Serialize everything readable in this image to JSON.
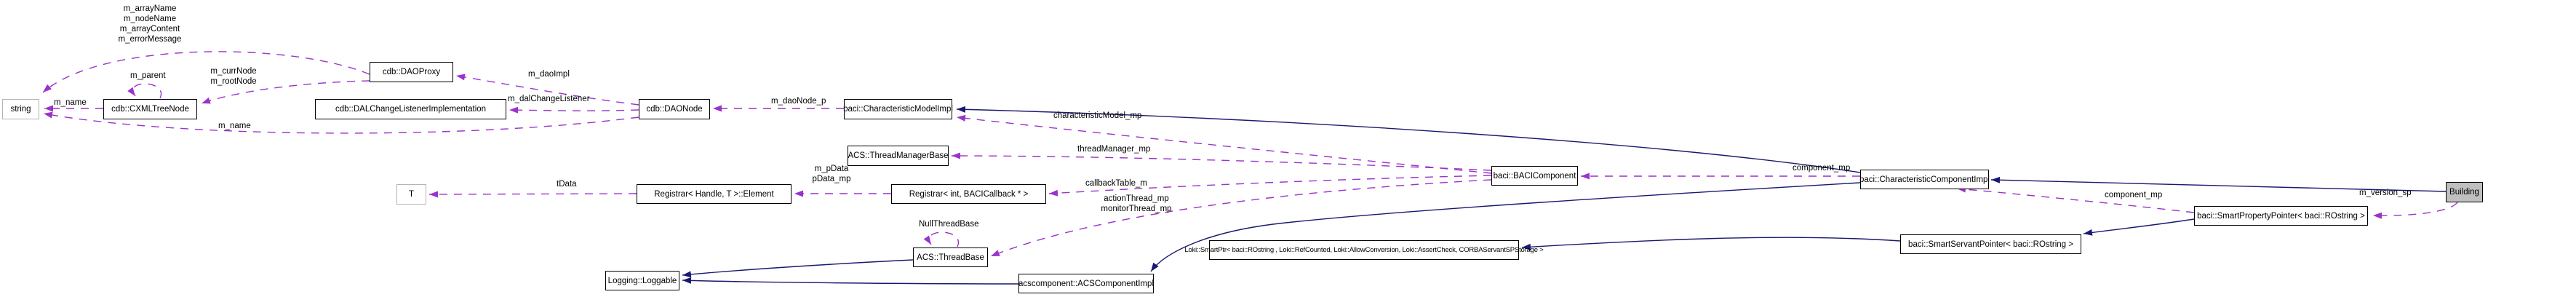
{
  "diagram": {
    "type": "doxygen-collaboration-graph",
    "colors": {
      "usage_edge": "#9a32cd",
      "inheritance_edge": "#191970",
      "node_border": "#000000",
      "external_node_border": "#b4b4b4",
      "current_node_fill": "#bfbfbf",
      "background": "#ffffff"
    },
    "nodes": {
      "string_type": {
        "label": "string"
      },
      "cxml_tree_node": {
        "label": "cdb::CXMLTreeNode"
      },
      "dao_proxy": {
        "label": "cdb::DAOProxy"
      },
      "dal_change_listener": {
        "label": "cdb::DALChangeListenerImplementation"
      },
      "dao_node": {
        "label": "cdb::DAONode"
      },
      "characteristic_model_impl": {
        "label": "baci::CharacteristicModelImpl"
      },
      "thread_manager_base": {
        "label": "ACS::ThreadManagerBase"
      },
      "t_param": {
        "label": "T"
      },
      "registrar_element": {
        "label": "Registrar< Handle, T >::Element"
      },
      "registrar_callback": {
        "label": "Registrar< int, BACICallback * >"
      },
      "thread_base": {
        "label": "ACS::ThreadBase"
      },
      "loggable": {
        "label": "Logging::Loggable"
      },
      "acs_component_impl": {
        "label": "acscomponent::ACSComponentImpl"
      },
      "baci_component": {
        "label": "baci::BACIComponent"
      },
      "loki_smart_ptr": {
        "label": "Loki::SmartPtr< baci::ROstring , Loki::RefCounted, Loki::AllowConversion, Loki::AssertCheck, CORBAServantSPStorage >"
      },
      "characteristic_component_impl": {
        "label": "baci::CharacteristicComponentImpl"
      },
      "smart_servant_pointer": {
        "label": "baci::SmartServantPointer< baci::ROstring >"
      },
      "smart_property_pointer": {
        "label": "baci::SmartPropertyPointer< baci::ROstring >"
      },
      "building": {
        "label": "Building"
      }
    },
    "edge_labels": {
      "dao_proxy_strings": "m_arrayName\nm_nodeName\nm_arrayContent\nm_errorMessage",
      "m_parent": "m_parent",
      "curr_root_node": "m_currNode\nm_rootNode",
      "cxml_m_name": "m_name",
      "dao_node_m_name": "m_name",
      "m_dao_impl": "m_daoImpl",
      "m_dal_change_listener": "m_dalChangeListener",
      "m_dao_node_p": "m_daoNode_p",
      "characteristic_model_mp": "characteristicModel_mp",
      "thread_manager_mp": "threadManager_mp",
      "callback_table_m": "callbackTable_m",
      "action_monitor_threads": "actionThread_mp\nmonitorThread_mp",
      "p_data": "m_pData\npData_mp",
      "t_data": "tData",
      "null_thread_base": "NullThreadBase",
      "component_mp_left": "component_mp",
      "component_mp_right": "component_mp",
      "m_version_sp": "m_version_sp"
    }
  }
}
